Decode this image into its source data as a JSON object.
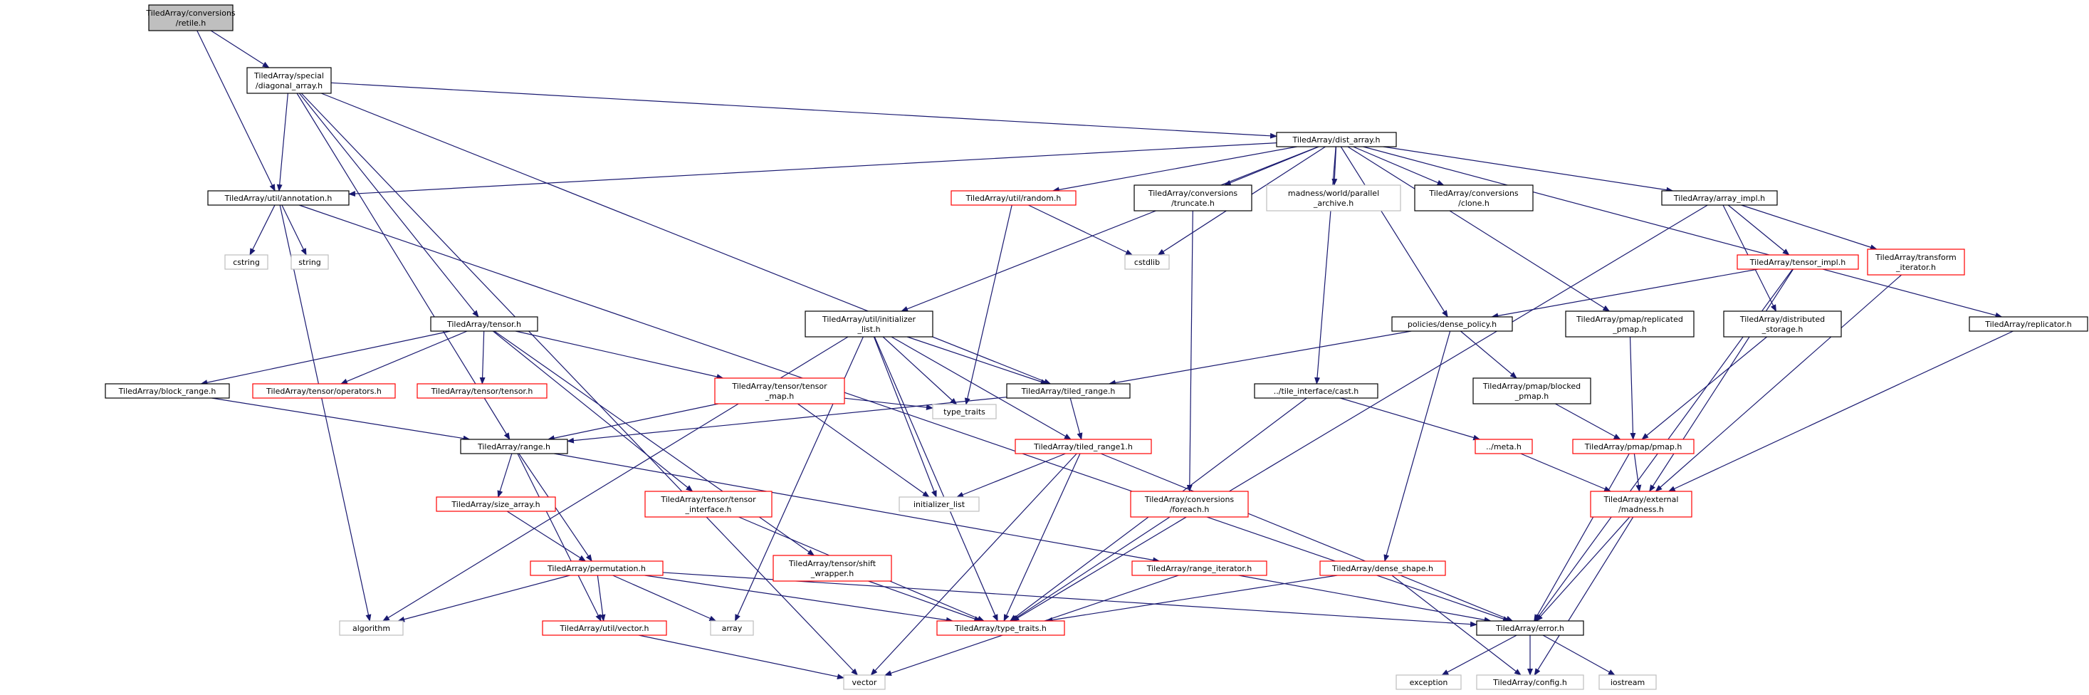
{
  "colors": {
    "edge": "#191970",
    "text": "#000000",
    "border_documented": "#000000",
    "border_undocumented_internal": "#ff0000",
    "border_system": "#bfbfbf",
    "root_fill": "#bfbfbf",
    "node_fill": "#ffffff"
  },
  "nodes": [
    {
      "id": "retile",
      "lines": [
        "TiledArray/conversions",
        "/retile.h"
      ],
      "kind": "root"
    },
    {
      "id": "diagonal_array",
      "lines": [
        "TiledArray/special",
        "/diagonal_array.h"
      ],
      "kind": "documented"
    },
    {
      "id": "dist_array",
      "lines": [
        "TiledArray/dist_array.h"
      ],
      "kind": "documented"
    },
    {
      "id": "annotation",
      "lines": [
        "TiledArray/util/annotation.h"
      ],
      "kind": "documented"
    },
    {
      "id": "random",
      "lines": [
        "TiledArray/util/random.h"
      ],
      "kind": "partial"
    },
    {
      "id": "truncate",
      "lines": [
        "TiledArray/conversions",
        "/truncate.h"
      ],
      "kind": "documented"
    },
    {
      "id": "parallel_archive",
      "lines": [
        "madness/world/parallel",
        "_archive.h"
      ],
      "kind": "system"
    },
    {
      "id": "clone",
      "lines": [
        "TiledArray/conversions",
        "/clone.h"
      ],
      "kind": "documented"
    },
    {
      "id": "array_impl",
      "lines": [
        "TiledArray/array_impl.h"
      ],
      "kind": "documented"
    },
    {
      "id": "cstring",
      "lines": [
        "cstring"
      ],
      "kind": "system"
    },
    {
      "id": "string",
      "lines": [
        "string"
      ],
      "kind": "system"
    },
    {
      "id": "cstdlib",
      "lines": [
        "cstdlib"
      ],
      "kind": "system"
    },
    {
      "id": "tensor_impl",
      "lines": [
        "TiledArray/tensor_impl.h"
      ],
      "kind": "partial"
    },
    {
      "id": "transform_iterator",
      "lines": [
        "TiledArray/transform",
        "_iterator.h"
      ],
      "kind": "partial"
    },
    {
      "id": "tensor",
      "lines": [
        "TiledArray/tensor.h"
      ],
      "kind": "documented"
    },
    {
      "id": "initializer_list_h",
      "lines": [
        "TiledArray/util/initializer",
        "_list.h"
      ],
      "kind": "documented"
    },
    {
      "id": "dense_policy",
      "lines": [
        "policies/dense_policy.h"
      ],
      "kind": "documented"
    },
    {
      "id": "pmap_replicated",
      "lines": [
        "TiledArray/pmap/replicated",
        "_pmap.h"
      ],
      "kind": "documented"
    },
    {
      "id": "distributed_storage",
      "lines": [
        "TiledArray/distributed",
        "_storage.h"
      ],
      "kind": "documented"
    },
    {
      "id": "replicator",
      "lines": [
        "TiledArray/replicator.h"
      ],
      "kind": "documented"
    },
    {
      "id": "block_range",
      "lines": [
        "TiledArray/block_range.h"
      ],
      "kind": "documented"
    },
    {
      "id": "tensor_operators",
      "lines": [
        "TiledArray/tensor/operators.h"
      ],
      "kind": "partial"
    },
    {
      "id": "tensor_tensor",
      "lines": [
        "TiledArray/tensor/tensor.h"
      ],
      "kind": "partial"
    },
    {
      "id": "tensor_map",
      "lines": [
        "TiledArray/tensor/tensor",
        "_map.h"
      ],
      "kind": "partial"
    },
    {
      "id": "tiled_range",
      "lines": [
        "TiledArray/tiled_range.h"
      ],
      "kind": "documented"
    },
    {
      "id": "tile_interface_cast",
      "lines": [
        "../tile_interface/cast.h"
      ],
      "kind": "documented"
    },
    {
      "id": "pmap_blocked",
      "lines": [
        "TiledArray/pmap/blocked",
        "_pmap.h"
      ],
      "kind": "documented"
    },
    {
      "id": "type_traits_sys",
      "lines": [
        "type_traits"
      ],
      "kind": "system"
    },
    {
      "id": "range",
      "lines": [
        "TiledArray/range.h"
      ],
      "kind": "documented"
    },
    {
      "id": "tiled_range1",
      "lines": [
        "TiledArray/tiled_range1.h"
      ],
      "kind": "partial"
    },
    {
      "id": "meta",
      "lines": [
        "../meta.h"
      ],
      "kind": "partial"
    },
    {
      "id": "pmap",
      "lines": [
        "TiledArray/pmap/pmap.h"
      ],
      "kind": "partial"
    },
    {
      "id": "size_array",
      "lines": [
        "TiledArray/size_array.h"
      ],
      "kind": "partial"
    },
    {
      "id": "initializer_list_sys",
      "lines": [
        "initializer_list"
      ],
      "kind": "system"
    },
    {
      "id": "tensor_interface",
      "lines": [
        "TiledArray/tensor/tensor",
        "_interface.h"
      ],
      "kind": "partial"
    },
    {
      "id": "foreach",
      "lines": [
        "TiledArray/conversions",
        "/foreach.h"
      ],
      "kind": "partial"
    },
    {
      "id": "madness_external",
      "lines": [
        "TiledArray/external",
        "/madness.h"
      ],
      "kind": "partial"
    },
    {
      "id": "permutation",
      "lines": [
        "TiledArray/permutation.h"
      ],
      "kind": "partial"
    },
    {
      "id": "shift_wrapper",
      "lines": [
        "TiledArray/tensor/shift",
        "_wrapper.h"
      ],
      "kind": "partial"
    },
    {
      "id": "range_iterator",
      "lines": [
        "TiledArray/range_iterator.h"
      ],
      "kind": "partial"
    },
    {
      "id": "dense_shape",
      "lines": [
        "TiledArray/dense_shape.h"
      ],
      "kind": "partial"
    },
    {
      "id": "algorithm",
      "lines": [
        "algorithm"
      ],
      "kind": "system"
    },
    {
      "id": "util_vector",
      "lines": [
        "TiledArray/util/vector.h"
      ],
      "kind": "partial"
    },
    {
      "id": "array",
      "lines": [
        "array"
      ],
      "kind": "system"
    },
    {
      "id": "type_traits_h",
      "lines": [
        "TiledArray/type_traits.h"
      ],
      "kind": "partial"
    },
    {
      "id": "error",
      "lines": [
        "TiledArray/error.h"
      ],
      "kind": "documented"
    },
    {
      "id": "exception",
      "lines": [
        "exception"
      ],
      "kind": "system"
    },
    {
      "id": "config",
      "lines": [
        "TiledArray/config.h"
      ],
      "kind": "system"
    },
    {
      "id": "iostream",
      "lines": [
        "iostream"
      ],
      "kind": "system"
    },
    {
      "id": "vector",
      "lines": [
        "vector"
      ],
      "kind": "system"
    }
  ],
  "edges": [
    [
      "retile",
      "diagonal_array"
    ],
    [
      "retile",
      "annotation"
    ],
    [
      "diagonal_array",
      "dist_array"
    ],
    [
      "diagonal_array",
      "annotation"
    ],
    [
      "diagonal_array",
      "tensor"
    ],
    [
      "diagonal_array",
      "tiled_range"
    ],
    [
      "diagonal_array",
      "range"
    ],
    [
      "diagonal_array",
      "vector"
    ],
    [
      "dist_array",
      "annotation"
    ],
    [
      "dist_array",
      "random"
    ],
    [
      "dist_array",
      "truncate"
    ],
    [
      "dist_array",
      "parallel_archive"
    ],
    [
      "dist_array",
      "clone"
    ],
    [
      "dist_array",
      "array_impl"
    ],
    [
      "dist_array",
      "cstdlib"
    ],
    [
      "dist_array",
      "initializer_list_h"
    ],
    [
      "dist_array",
      "dense_policy"
    ],
    [
      "dist_array",
      "pmap_replicated"
    ],
    [
      "dist_array",
      "replicator"
    ],
    [
      "dist_array",
      "tile_interface_cast"
    ],
    [
      "annotation",
      "cstring"
    ],
    [
      "annotation",
      "string"
    ],
    [
      "annotation",
      "algorithm"
    ],
    [
      "annotation",
      "error"
    ],
    [
      "random",
      "cstdlib"
    ],
    [
      "random",
      "type_traits_sys"
    ],
    [
      "truncate",
      "foreach"
    ],
    [
      "array_impl",
      "tensor_impl"
    ],
    [
      "array_impl",
      "transform_iterator"
    ],
    [
      "array_impl",
      "distributed_storage"
    ],
    [
      "array_impl",
      "type_traits_h"
    ],
    [
      "tensor_impl",
      "dense_policy"
    ],
    [
      "tensor_impl",
      "madness_external"
    ],
    [
      "tensor_impl",
      "error"
    ],
    [
      "transform_iterator",
      "madness_external"
    ],
    [
      "tensor",
      "block_range"
    ],
    [
      "tensor",
      "tensor_operators"
    ],
    [
      "tensor",
      "tensor_tensor"
    ],
    [
      "tensor",
      "tensor_map"
    ],
    [
      "tensor",
      "tensor_interface"
    ],
    [
      "tensor",
      "shift_wrapper"
    ],
    [
      "initializer_list_h",
      "tiled_range"
    ],
    [
      "initializer_list_h",
      "tiled_range1"
    ],
    [
      "initializer_list_h",
      "type_traits_sys"
    ],
    [
      "initializer_list_h",
      "initializer_list_sys"
    ],
    [
      "initializer_list_h",
      "algorithm"
    ],
    [
      "initializer_list_h",
      "array"
    ],
    [
      "initializer_list_h",
      "type_traits_h"
    ],
    [
      "dense_policy",
      "tiled_range"
    ],
    [
      "dense_policy",
      "pmap_blocked"
    ],
    [
      "dense_policy",
      "dense_shape"
    ],
    [
      "pmap_replicated",
      "pmap"
    ],
    [
      "distributed_storage",
      "pmap"
    ],
    [
      "replicator",
      "madness_external"
    ],
    [
      "block_range",
      "range"
    ],
    [
      "tensor_map",
      "range"
    ],
    [
      "tensor_map",
      "type_traits_sys"
    ],
    [
      "tensor_map",
      "initializer_list_sys"
    ],
    [
      "tiled_range",
      "range"
    ],
    [
      "tiled_range",
      "tiled_range1"
    ],
    [
      "tile_interface_cast",
      "meta"
    ],
    [
      "tile_interface_cast",
      "type_traits_h"
    ],
    [
      "pmap_blocked",
      "pmap"
    ],
    [
      "range",
      "size_array"
    ],
    [
      "range",
      "permutation"
    ],
    [
      "range",
      "util_vector"
    ],
    [
      "range",
      "range_iterator"
    ],
    [
      "tiled_range1",
      "initializer_list_sys"
    ],
    [
      "tiled_range1",
      "type_traits_h"
    ],
    [
      "tiled_range1",
      "error"
    ],
    [
      "tiled_range1",
      "vector"
    ],
    [
      "meta",
      "madness_external"
    ],
    [
      "pmap",
      "madness_external"
    ],
    [
      "pmap",
      "error"
    ],
    [
      "size_array",
      "permutation"
    ],
    [
      "tensor_interface",
      "type_traits_h"
    ],
    [
      "foreach",
      "type_traits_h"
    ],
    [
      "madness_external",
      "error"
    ],
    [
      "madness_external",
      "config"
    ],
    [
      "permutation",
      "algorithm"
    ],
    [
      "permutation",
      "util_vector"
    ],
    [
      "permutation",
      "array"
    ],
    [
      "permutation",
      "type_traits_h"
    ],
    [
      "permutation",
      "error"
    ],
    [
      "shift_wrapper",
      "type_traits_h"
    ],
    [
      "range_iterator",
      "vector"
    ],
    [
      "range_iterator",
      "error"
    ],
    [
      "dense_shape",
      "type_traits_h"
    ],
    [
      "dense_shape",
      "config"
    ],
    [
      "util_vector",
      "vector"
    ],
    [
      "error",
      "exception"
    ],
    [
      "error",
      "config"
    ],
    [
      "error",
      "iostream"
    ]
  ]
}
